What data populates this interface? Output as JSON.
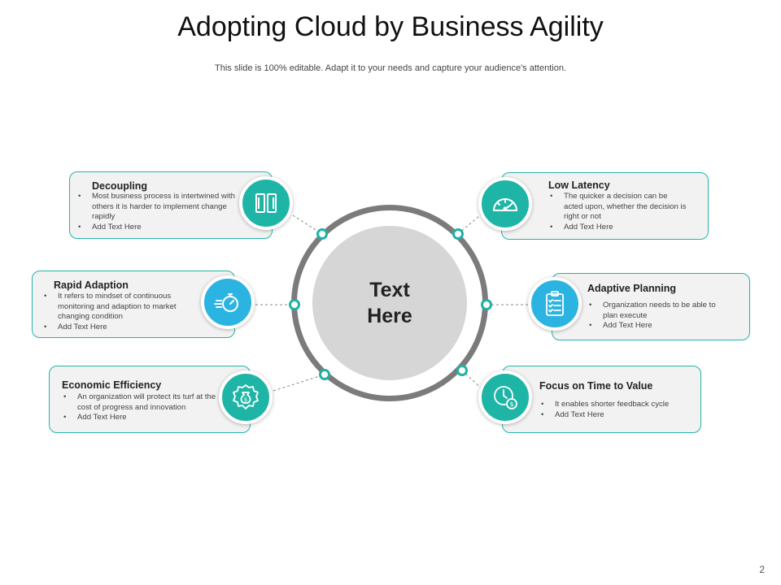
{
  "slide": {
    "title": "Adopting Cloud by Business Agility",
    "subtitle": "This slide is 100% editable. Adapt it to your needs and capture your audience's attention.",
    "page_number": "2",
    "center_text": "Text\nHere"
  },
  "colors": {
    "accent_teal": "#1fb5a6",
    "accent_blue": "#2bb4e2",
    "ring": "#7b7b7b",
    "center_fill": "#d6d6d6"
  },
  "cards": {
    "decoupling": {
      "title": "Decoupling",
      "icon": "book-icon",
      "bullets": [
        "Most business process is intertwined with others it is harder to implement change rapidly",
        "Add Text Here"
      ]
    },
    "rapid_adaption": {
      "title": "Rapid Adaption",
      "icon": "stopwatch-icon",
      "bullets": [
        "It refers to mindset of continuous monitoring and adaption to market changing condition",
        "Add Text Here"
      ]
    },
    "economic_efficiency": {
      "title": "Economic Efficiency",
      "icon": "money-bag-icon",
      "bullets": [
        "An organization will protect its turf at the cost of progress and innovation",
        "Add Text Here"
      ]
    },
    "low_latency": {
      "title": "Low Latency",
      "icon": "speedometer-icon",
      "bullets": [
        "The quicker a decision can be acted upon, whether the decision is right or not",
        "Add Text Here"
      ]
    },
    "adaptive_planning": {
      "title": "Adaptive Planning",
      "icon": "clipboard-checklist-icon",
      "bullets": [
        "Organization needs to be able to plan execute",
        "Add Text Here"
      ]
    },
    "focus_time_value": {
      "title": "Focus on Time to Value",
      "icon": "clock-dollar-icon",
      "bullets": [
        "It enables shorter feedback cycle",
        "Add Text Here"
      ]
    }
  }
}
